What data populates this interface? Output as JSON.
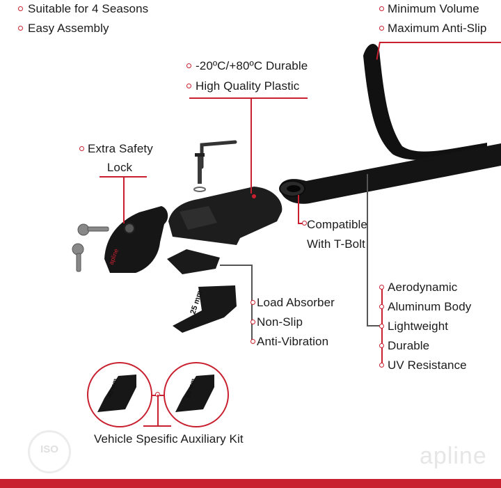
{
  "features_top_left": [
    "Suitable for 4 Seasons",
    "Easy Assembly"
  ],
  "features_top_right": [
    "Minimum Volume",
    "Maximum Anti-Slip"
  ],
  "plastic_features": [
    "-20ºC/+80ºC Durable",
    "High Quality Plastic"
  ],
  "lock_label": [
    "Extra Safety",
    "Lock"
  ],
  "tbolt_label": [
    "Compatible",
    "With T-Bolt"
  ],
  "pad_features": [
    "Load Absorber",
    "Non-Slip",
    "Anti-Vibration"
  ],
  "bar_features": [
    "Aerodynamic",
    "Aluminum Body",
    "Lightweight",
    "Durable",
    "UV Resistance"
  ],
  "kit_label": "Vehicle Spesific Auxiliary Kit",
  "dimension_labels": {
    "pad": "25 mm",
    "kit_a": "40 mm",
    "kit_b": "60 mm"
  },
  "foot_brand": "apline",
  "watermark": "apline",
  "iso_badge": "ISO",
  "colors": {
    "accent": "#c8202f",
    "product": "#161616"
  }
}
